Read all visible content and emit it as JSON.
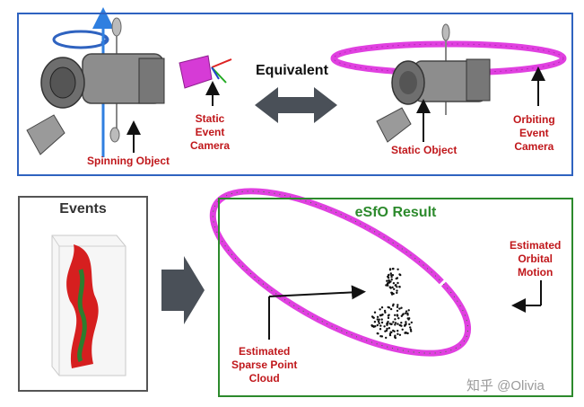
{
  "top": {
    "spinning_label": "Spinning Object",
    "camera_label": [
      "Static",
      "Event",
      "Camera"
    ],
    "equivalent_label": "Equivalent",
    "static_object_label": "Static Object",
    "orbiting_label": [
      "Orbiting",
      "Event",
      "Camera"
    ]
  },
  "events": {
    "title": "Events"
  },
  "result": {
    "title": "eSfO Result",
    "orbital_label": [
      "Estimated",
      "Orbital",
      "Motion"
    ],
    "point_cloud_label": [
      "Estimated",
      "Sparse Point",
      "Cloud"
    ]
  },
  "watermark": "知乎 @Olivia",
  "colors": {
    "top_border": "#2f63c0",
    "result_border": "#2c8a2c",
    "label_red": "#c0171b",
    "orbit_magenta": "#e040e0",
    "axis_blue": "#2f7fe0"
  }
}
